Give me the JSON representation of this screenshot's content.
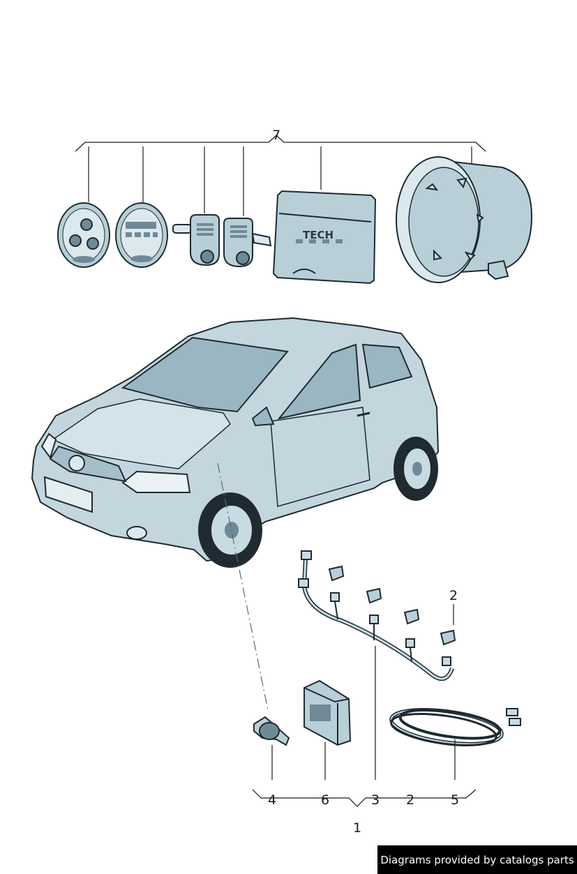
{
  "callouts": {
    "c7": "7",
    "c2_top": "2",
    "c4": "4",
    "c6": "6",
    "c3": "3",
    "c2_bottom": "2",
    "c5": "5",
    "c1": "1"
  },
  "control_unit_text": "TECH",
  "credit_text": "Diagrams provided by catalogs parts",
  "colors": {
    "part_fill": "#b9cfd8",
    "part_dark": "#6f8a96",
    "outline": "#1d2a30",
    "credit_bg": "#000000",
    "credit_fg": "#ffffff"
  }
}
